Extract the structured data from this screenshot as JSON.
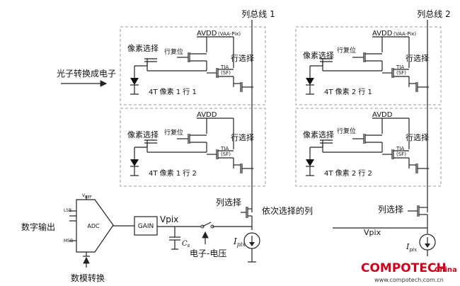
{
  "bus1_label": "列总线 1",
  "bus2_label": "列总线 2",
  "photon_label": "光子转换成电子",
  "pixels": [
    {
      "avdd": "AVDD",
      "vaa": "(VAA-Pix)",
      "sel": "像素选择",
      "reset": "行复位",
      "row_sel": "行选择",
      "tia": "TIA",
      "sf": "(SF)",
      "name": "4T 像素 1 行 1"
    },
    {
      "avdd": "AVDD",
      "vaa": "",
      "sel": "像素选择",
      "reset": "行复位",
      "row_sel": "行选择",
      "tia": "TIA",
      "sf": "(SF)",
      "name": "4T 像素 1 行 2"
    },
    {
      "avdd": "AVDD",
      "vaa": "(VAA-Pix)",
      "sel": "像素选择",
      "reset": "行复位",
      "row_sel": "行选择",
      "tia": "TIA",
      "sf": "(SF)",
      "name": "4T 像素 2 行 1"
    },
    {
      "avdd": "AVDD",
      "vaa": "",
      "sel": "像素选择",
      "reset": "行复位",
      "row_sel": "行选择",
      "tia": "TIA",
      "sf": "(SF)",
      "name": "4T 像素 2 行 2"
    }
  ],
  "col_select": "列选择",
  "seq_select": "依次选择的列",
  "adc": {
    "title": "ADC",
    "vref": "V",
    "vref_sub": "REF",
    "lsb": "LSB",
    "msb": "MSB"
  },
  "digital_out": "数字输出",
  "dac": "数模转换",
  "gain": "GAIN",
  "vpix": "Vpix",
  "cs": "C",
  "cs_sub": "s",
  "e_v": "电子-电压",
  "ipix": "I",
  "ipix_sub": "pix",
  "logo_main": "COMPOTECH",
  "logo_sub": "China",
  "logo_url": "www.compotech.com.cn"
}
